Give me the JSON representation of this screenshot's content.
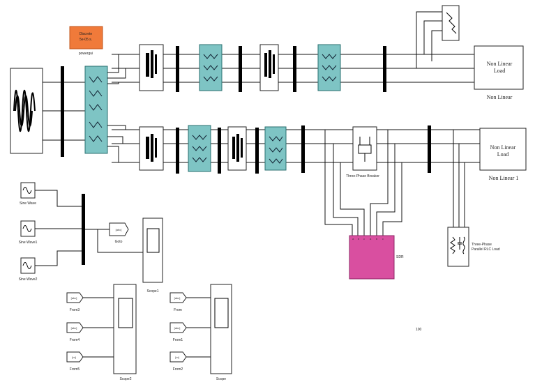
{
  "powergui": {
    "line1": "Discrete",
    "line2": "5e-05 s.",
    "label": "powergui"
  },
  "loads": {
    "top": {
      "text_line1": "Non Linear",
      "text_line2": "Load",
      "label": "Non Linear"
    },
    "bottom": {
      "text_line1": "Non Linear",
      "text_line2": "Load",
      "label": "Non Linear 1"
    }
  },
  "breaker": {
    "label": "Three-Phase Breaker"
  },
  "rlc": {
    "label_line1": "Three-Phase",
    "label_line2": "Parallel RLC Load"
  },
  "sdr": {
    "label": "SDR"
  },
  "sources": [
    {
      "label": "Sine Wave"
    },
    {
      "label": "Sine Wave1"
    },
    {
      "label": "Sine Wave2"
    }
  ],
  "goto_tag": {
    "text": "[abc]",
    "label": "Goto"
  },
  "from_left": [
    {
      "text": "[abc]",
      "label": "From3"
    },
    {
      "text": "[abc]",
      "label": "From4"
    },
    {
      "text": "[m]",
      "label": "From5"
    }
  ],
  "from_right": [
    {
      "text": "[abc]",
      "label": "From"
    },
    {
      "text": "[abc]",
      "label": "From1"
    },
    {
      "text": "[m]",
      "label": "From2"
    }
  ],
  "scopes": {
    "scope1": "Scope1",
    "scope2": "Scope2",
    "scope": "Scope"
  },
  "zoom_marker": "100",
  "colors": {
    "transformer": "#7ec4c4",
    "powergui": "#f07a3a",
    "sdr": "#d94fa0"
  }
}
